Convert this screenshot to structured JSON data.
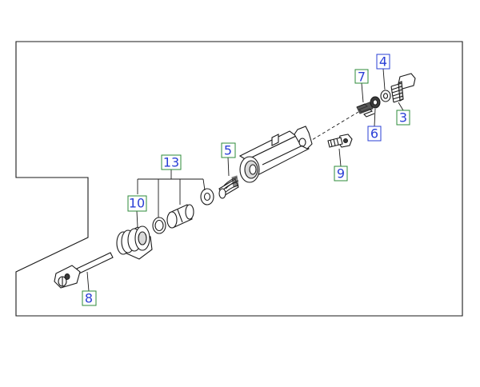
{
  "callouts": [
    {
      "id": "c7",
      "label": "7",
      "border": "#2e8b3a",
      "text_color": "#2a3fd6"
    },
    {
      "id": "c4",
      "label": "4",
      "border": "#2a3fd6",
      "text_color": "#2a3fd6"
    },
    {
      "id": "c3",
      "label": "3",
      "border": "#2e8b3a",
      "text_color": "#2a3fd6"
    },
    {
      "id": "c6",
      "label": "6",
      "border": "#2a3fd6",
      "text_color": "#2a3fd6"
    },
    {
      "id": "c5",
      "label": "5",
      "border": "#2e8b3a",
      "text_color": "#2a3fd6"
    },
    {
      "id": "c9",
      "label": "9",
      "border": "#2e8b3a",
      "text_color": "#2a3fd6"
    },
    {
      "id": "c13",
      "label": "13",
      "border": "#2e8b3a",
      "text_color": "#2a3fd6"
    },
    {
      "id": "c10",
      "label": "10",
      "border": "#2e8b3a",
      "text_color": "#2a3fd6"
    },
    {
      "id": "c8",
      "label": "8",
      "border": "#2e8b3a",
      "text_color": "#2a3fd6"
    }
  ]
}
